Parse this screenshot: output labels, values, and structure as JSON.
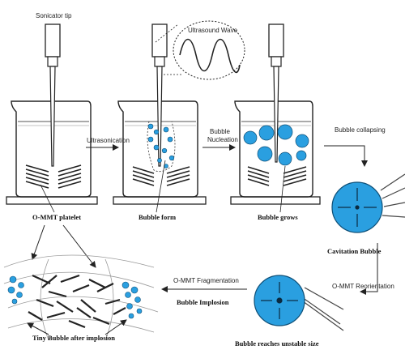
{
  "labels": {
    "sonicator_tip": "Sonicator tip",
    "ultrasonication": "Ultrasonication",
    "ultrasound_wave": "Ultrasound Wave",
    "bubble_nucleation_1": "Bubble",
    "bubble_nucleation_2": "Nucleation",
    "bubble_collapsing": "Bubble collapsing",
    "ommt_platelet": "O-MMT platelet",
    "bubble_form": "Bubble form",
    "bubble_grows": "Bubble grows",
    "cavitation_bubble": "Cavitation Bubble",
    "ommt_fragmentation": "O-MMT Fragmentation",
    "bubble_implosion": "Bubble Implosion",
    "ommt_reorientation": "O-MMT Reorientation",
    "tiny_bubble": "Tiny Bubble after implosion",
    "bubble_unstable": "Bubble reaches unstable size"
  },
  "colors": {
    "bubble_fill": "#2a9fe0",
    "line": "#222222",
    "liquid_line": "#555555"
  }
}
